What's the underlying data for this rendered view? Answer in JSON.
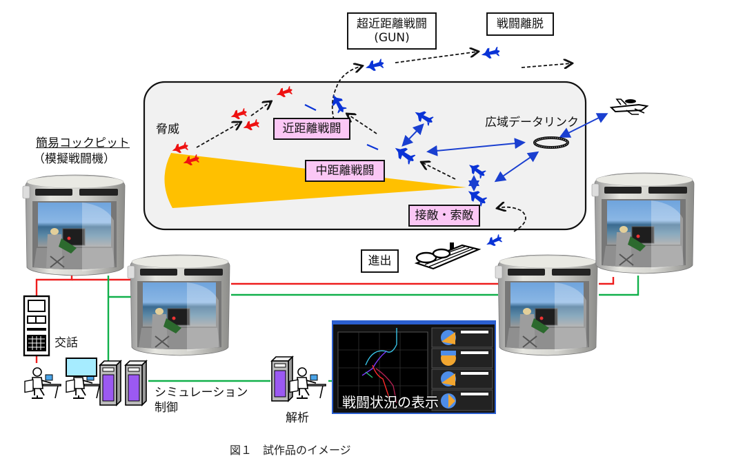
{
  "caption": "図１　試作品のイメージ",
  "phases": {
    "wvr_gun_line1": "超近距離戦闘",
    "wvr_gun_line2": "(GUN)",
    "disengage": "戦闘離脱",
    "short_range": "近距離戦闘",
    "mid_range": "中距離戦闘",
    "contact_search": "接敵・索敵",
    "sortie": "進出"
  },
  "labels": {
    "threat": "脅威",
    "datalink": "広域データリンク",
    "cockpit_line1": "簡易コックピット",
    "cockpit_line2": "（模擬戦闘機）",
    "comms": "交話",
    "sim_control_line1": "シミュレーション",
    "sim_control_line2": "制御",
    "analysis": "解析",
    "display_overlay": "戦闘状況の表示"
  },
  "colors": {
    "friendly": "#0a33d6",
    "enemy": "#ee1111",
    "sensor_fan": "#ffc000",
    "airspace_bg": "#f1f1f1",
    "phase_box": "#fbc7f5",
    "net_red": "#ee1c1c",
    "net_green": "#10b04a",
    "datalink_arrow": "#1a3fd0"
  },
  "icons": [
    "friendly-fighter-icon",
    "enemy-fighter-icon",
    "awacs-icon",
    "datalink-ring-icon",
    "airbase-icon",
    "cockpit-simulator-icon",
    "comms-rack-icon",
    "operator-station-icon",
    "server-tower-icon",
    "missile-icon"
  ]
}
